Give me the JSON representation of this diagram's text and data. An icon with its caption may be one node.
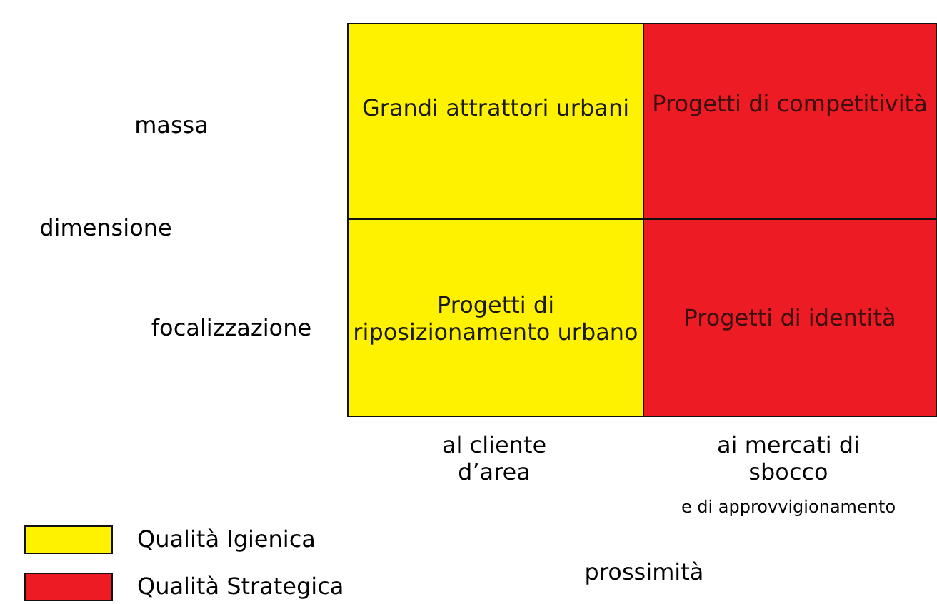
{
  "diagram": {
    "nodes": [
      {
        "text": [
          "Grandi attrattori urbani"
        ]
      },
      {
        "text": [
          "Progetti di competitività"
        ]
      },
      {
        "text": [
          "Progetti di riposizionamento urbano"
        ]
      },
      {
        "text": [
          "Progetti di identità"
        ]
      }
    ],
    "labels": [
      "massa",
      "dimensione",
      "focalizzazione",
      "al cliente d’area",
      "ai mercati di sbocco",
      "e di approvvigionamento",
      "prossimità"
    ],
    "legend": [
      {
        "text": "Qualità Igienica",
        "color": "#fff200"
      },
      {
        "text": "Qualità Strategica",
        "color": "#ed1c24"
      }
    ]
  }
}
